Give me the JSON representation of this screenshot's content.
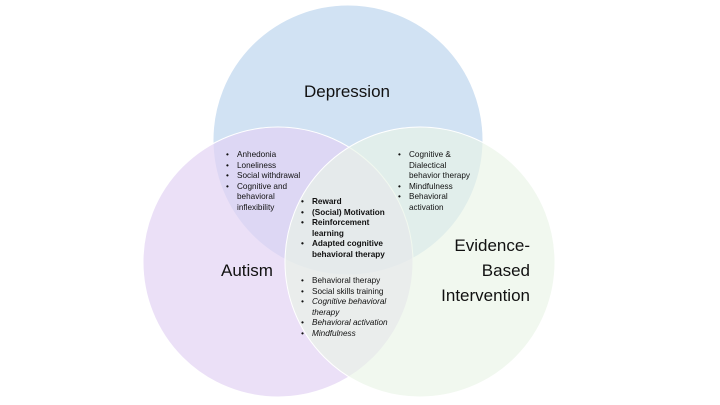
{
  "colors": {
    "depression": "#cfe0f2",
    "autism": "#e8dbf5",
    "ebi": "#eef6ec",
    "outline": "#ffffff"
  },
  "circles": {
    "depression": {
      "title": "Depression"
    },
    "autism": {
      "title": "Autism"
    },
    "ebi": {
      "title_lines": [
        "Evidence-",
        "Based",
        "Intervention"
      ]
    }
  },
  "regions": {
    "depression_autism": {
      "items": [
        "Anhedonia",
        "Loneliness",
        "Social withdrawal",
        "Cognitive and behavioral inflexibility"
      ]
    },
    "depression_ebi": {
      "items": [
        "Cognitive & Dialectical behavior therapy",
        "Mindfulness",
        "Behavioral activation"
      ]
    },
    "center": {
      "items": [
        "Reward",
        "(Social) Motivation",
        "Reinforcement learning",
        "Adapted cognitive behavioral therapy"
      ]
    },
    "autism_ebi": {
      "items": [
        {
          "text": "Behavioral therapy",
          "italic": false
        },
        {
          "text": "Social skills training",
          "italic": false
        },
        {
          "text": "Cognitive behavioral therapy",
          "italic": true
        },
        {
          "text": "Behavioral activation",
          "italic": true
        },
        {
          "text": "Mindfulness",
          "italic": true
        }
      ]
    }
  },
  "bullet_glyph": "•"
}
